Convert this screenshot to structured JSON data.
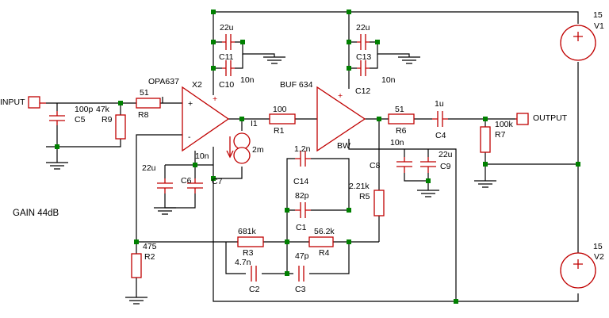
{
  "diagram": {
    "gain_note": "GAIN  44dB",
    "ports": {
      "input": "INPUT",
      "output": "OUTPUT"
    },
    "sources": {
      "v1": {
        "name": "V1",
        "value": "15"
      },
      "v2": {
        "name": "V2",
        "value": "15"
      },
      "i1": {
        "name": "I1",
        "value": "2m"
      }
    },
    "amplifiers": {
      "x2": {
        "name": "X2",
        "part": "OPA637"
      },
      "buf": {
        "part": "BUF 634",
        "pin": "BW"
      }
    },
    "signs": {
      "plus": "+",
      "minus": "-"
    },
    "components": {
      "c5": {
        "name": "C5",
        "value": "100p"
      },
      "r9": {
        "name": "R9",
        "value": "47k"
      },
      "r8": {
        "name": "R8",
        "value": "51"
      },
      "c11": {
        "name": "C11",
        "value": "22u"
      },
      "c10": {
        "name": "C10",
        "value": "10n"
      },
      "c6": {
        "name": "C6",
        "value": "22u"
      },
      "c7": {
        "name": "C7",
        "value": "10n"
      },
      "r1": {
        "name": "R1",
        "value": "100"
      },
      "c13": {
        "name": "C13",
        "value": "22u"
      },
      "c12": {
        "name": "C12",
        "value": "10n"
      },
      "r6": {
        "name": "R6",
        "value": "51"
      },
      "c4": {
        "name": "C4",
        "value": "1u"
      },
      "r7": {
        "name": "R7",
        "value": "100k"
      },
      "c8": {
        "name": "C8",
        "value": "10n"
      },
      "c9": {
        "name": "C9",
        "value": "22u"
      },
      "c14": {
        "name": "C14",
        "value": "1.2n"
      },
      "c1": {
        "name": "C1",
        "value": "82p"
      },
      "r5": {
        "name": "R5",
        "value": "2.21k"
      },
      "r2": {
        "name": "R2",
        "value": "475"
      },
      "r3": {
        "name": "R3",
        "value": "681k"
      },
      "r4": {
        "name": "R4",
        "value": "56.2k"
      },
      "c2": {
        "name": "C2",
        "value": "4.7n"
      },
      "c3": {
        "name": "C3",
        "value": "47p"
      }
    }
  }
}
